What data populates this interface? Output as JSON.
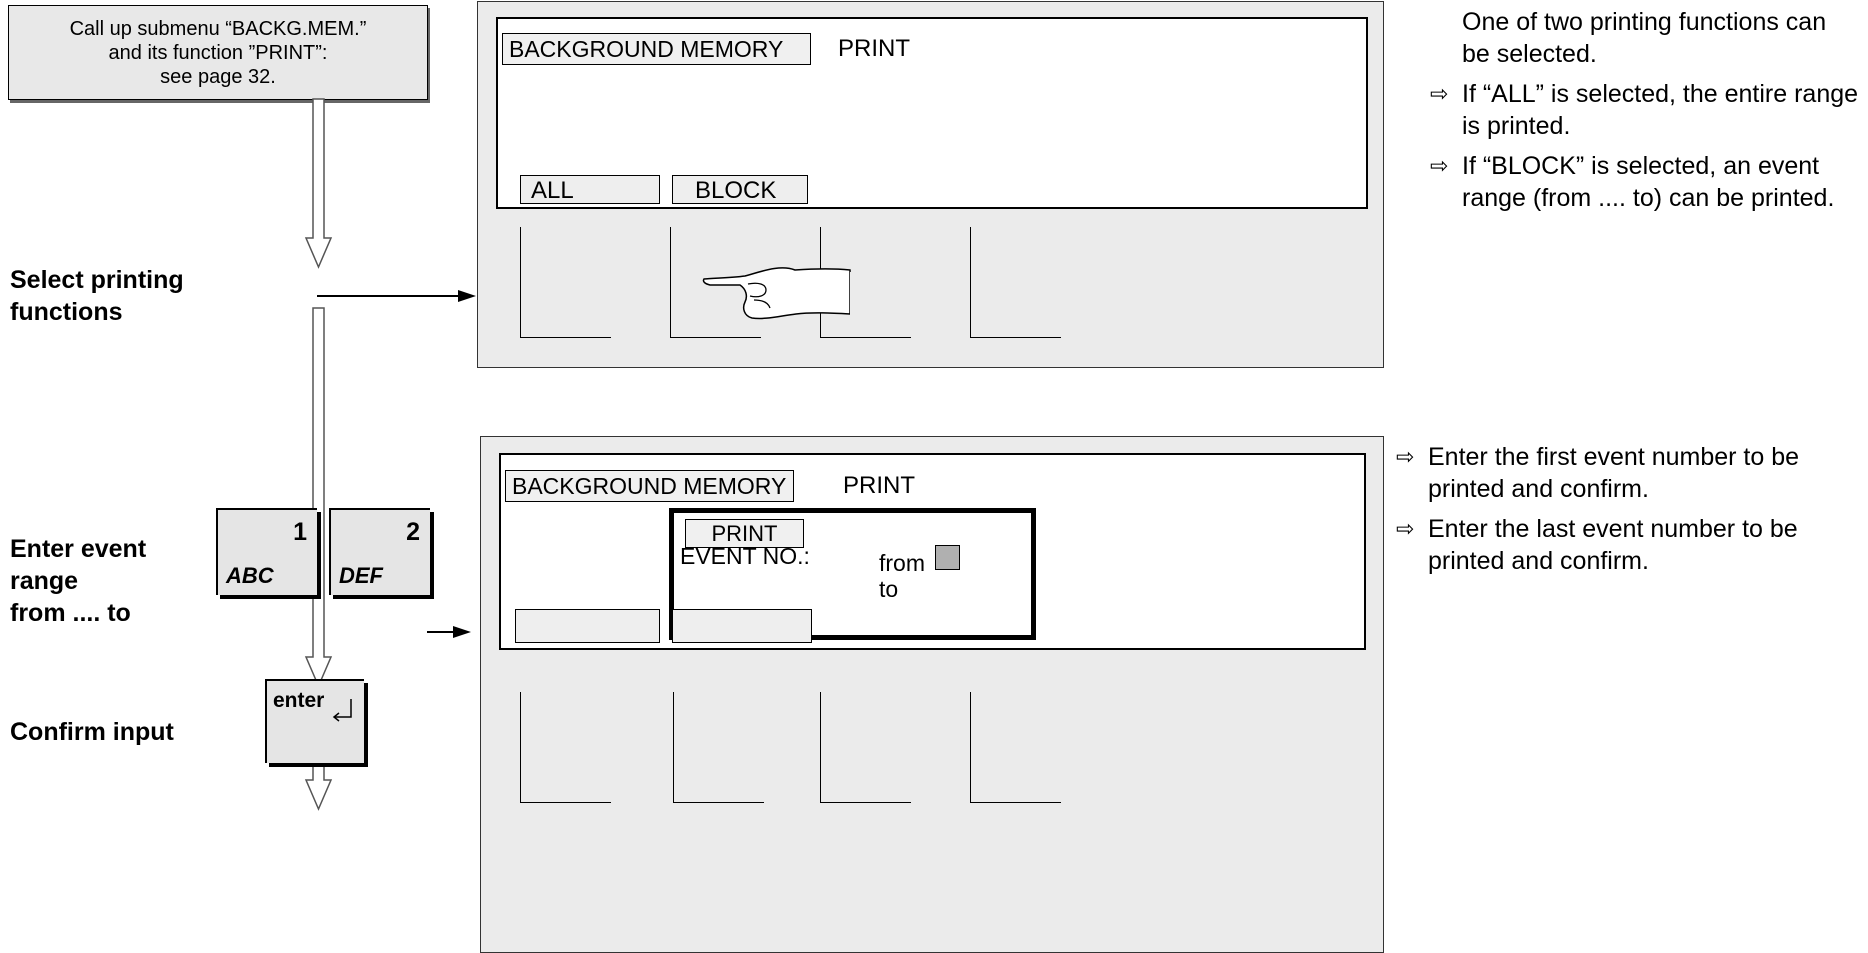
{
  "intro": {
    "line1": "Call up submenu “BACKG.MEM.”",
    "line2": "and its function ”PRINT”:",
    "line3": "see page 32."
  },
  "steps": {
    "select_1": "Select printing",
    "select_2": "functions",
    "enter_1": "Enter event",
    "enter_2": "range",
    "enter_3": "from .... to",
    "confirm": "Confirm input"
  },
  "screen1": {
    "title": "BACKGROUND MEMORY",
    "function": "PRINT",
    "softkey_all": "ALL",
    "softkey_block": "BLOCK"
  },
  "screen2": {
    "title": "BACKGROUND MEMORY",
    "function": "PRINT",
    "dialog_title": "PRINT",
    "event_label": "EVENT NO.:",
    "from_label": "from",
    "to_label": "to"
  },
  "keys": {
    "key1_num": "1",
    "key1_letters": "ABC",
    "key2_num": "2",
    "key2_letters": "DEF",
    "enter": "enter"
  },
  "notes": {
    "intro": "One of two printing functions can be selected.",
    "all": "If “ALL” is selected, the entire range is printed.",
    "block": "If “BLOCK” is selected, an event range (from .... to) can be printed.",
    "first": "Enter the first event number to be printed and confirm.",
    "last": "Enter the last event number to be printed and confirm."
  }
}
